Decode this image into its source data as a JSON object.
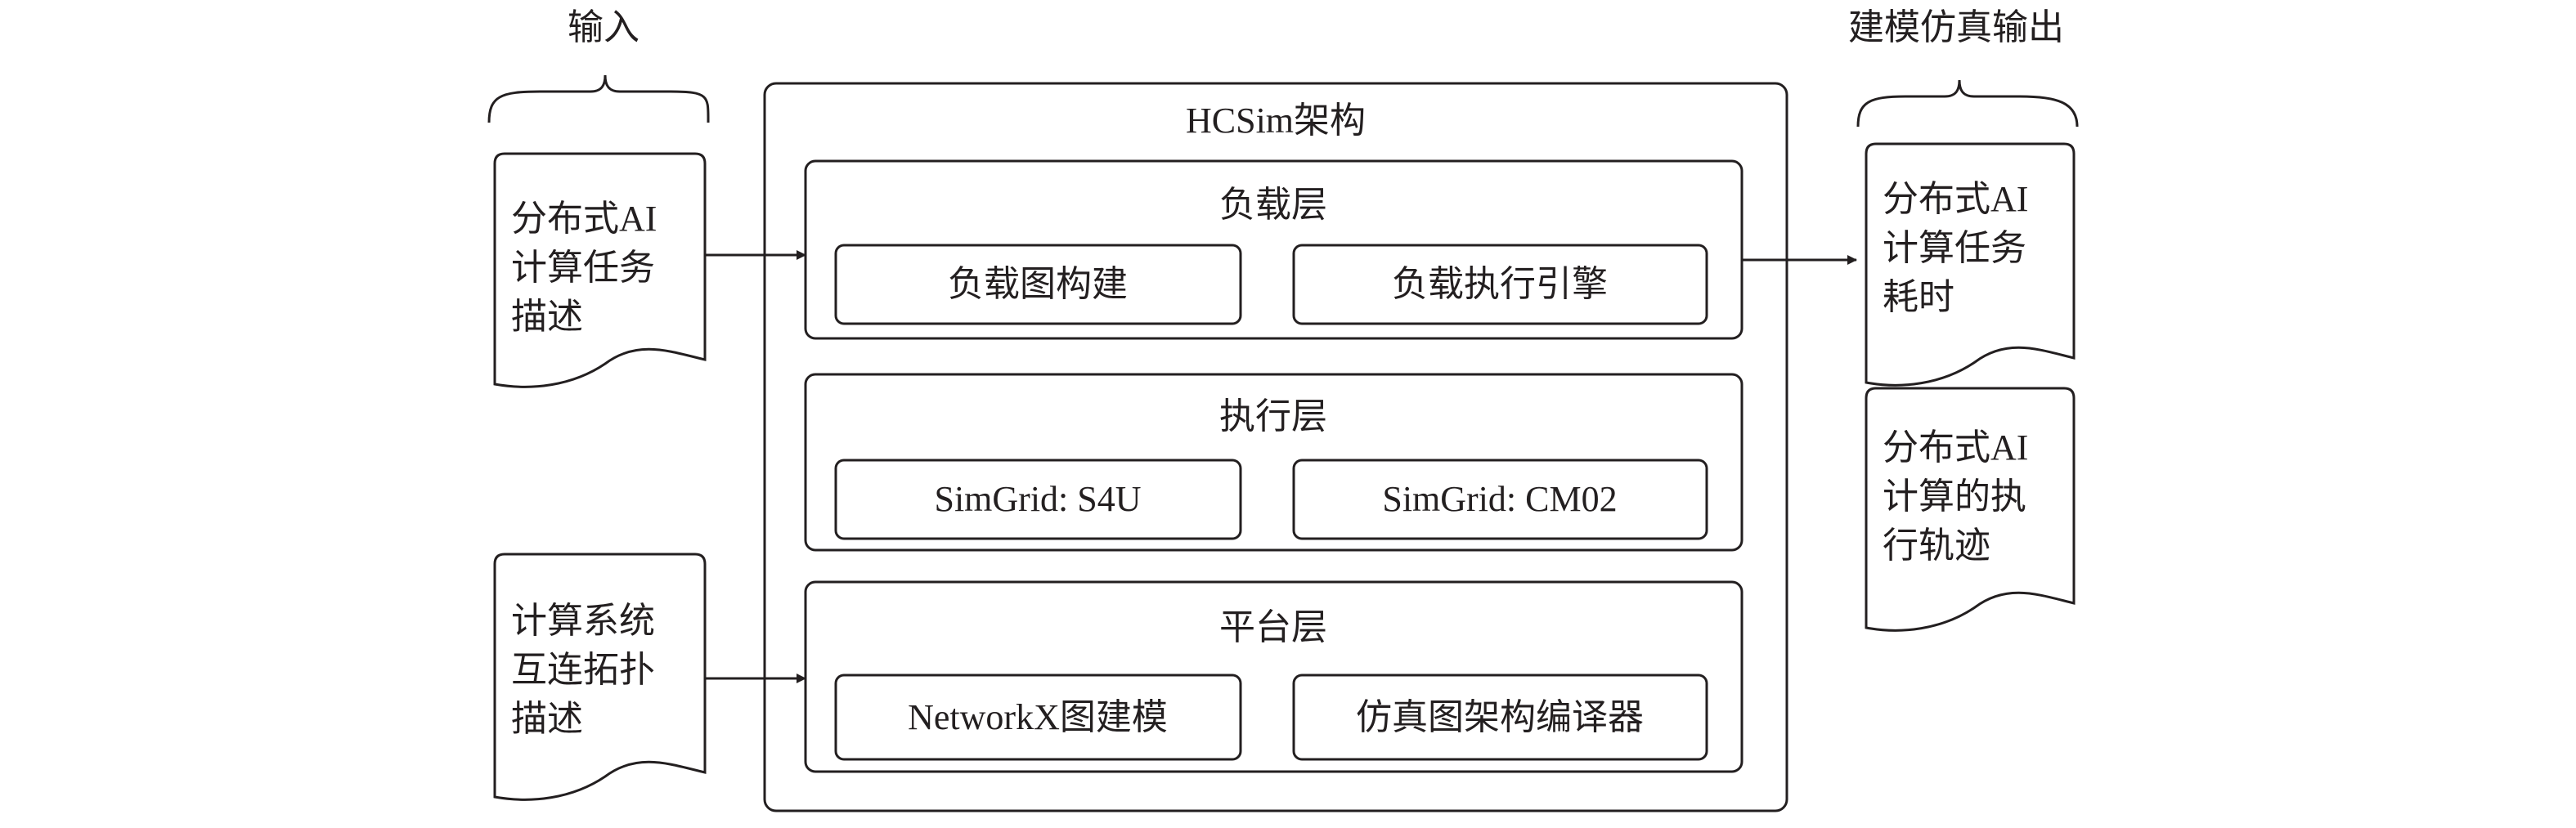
{
  "labels": {
    "input_title": "输入",
    "output_title": "建模仿真输出"
  },
  "inputs": [
    {
      "lines": [
        "分布式AI",
        "计算任务",
        "描述"
      ]
    },
    {
      "lines": [
        "计算系统",
        "互连拓扑",
        "描述"
      ]
    }
  ],
  "framework": {
    "title": "HCSim架构",
    "layers": [
      {
        "title": "负载层",
        "components": [
          "负载图构建",
          "负载执行引擎"
        ]
      },
      {
        "title": "执行层",
        "components": [
          "SimGrid: S4U",
          "SimGrid: CM02"
        ]
      },
      {
        "title": "平台层",
        "components": [
          "NetworkX图建模",
          "仿真图架构编译器"
        ]
      }
    ]
  },
  "outputs": [
    {
      "lines": [
        "分布式AI",
        "计算任务",
        "耗时"
      ]
    },
    {
      "lines": [
        "分布式AI",
        "计算的执",
        "行轨迹"
      ]
    }
  ],
  "colors": {
    "stroke": "#231f20",
    "background": "#ffffff"
  }
}
